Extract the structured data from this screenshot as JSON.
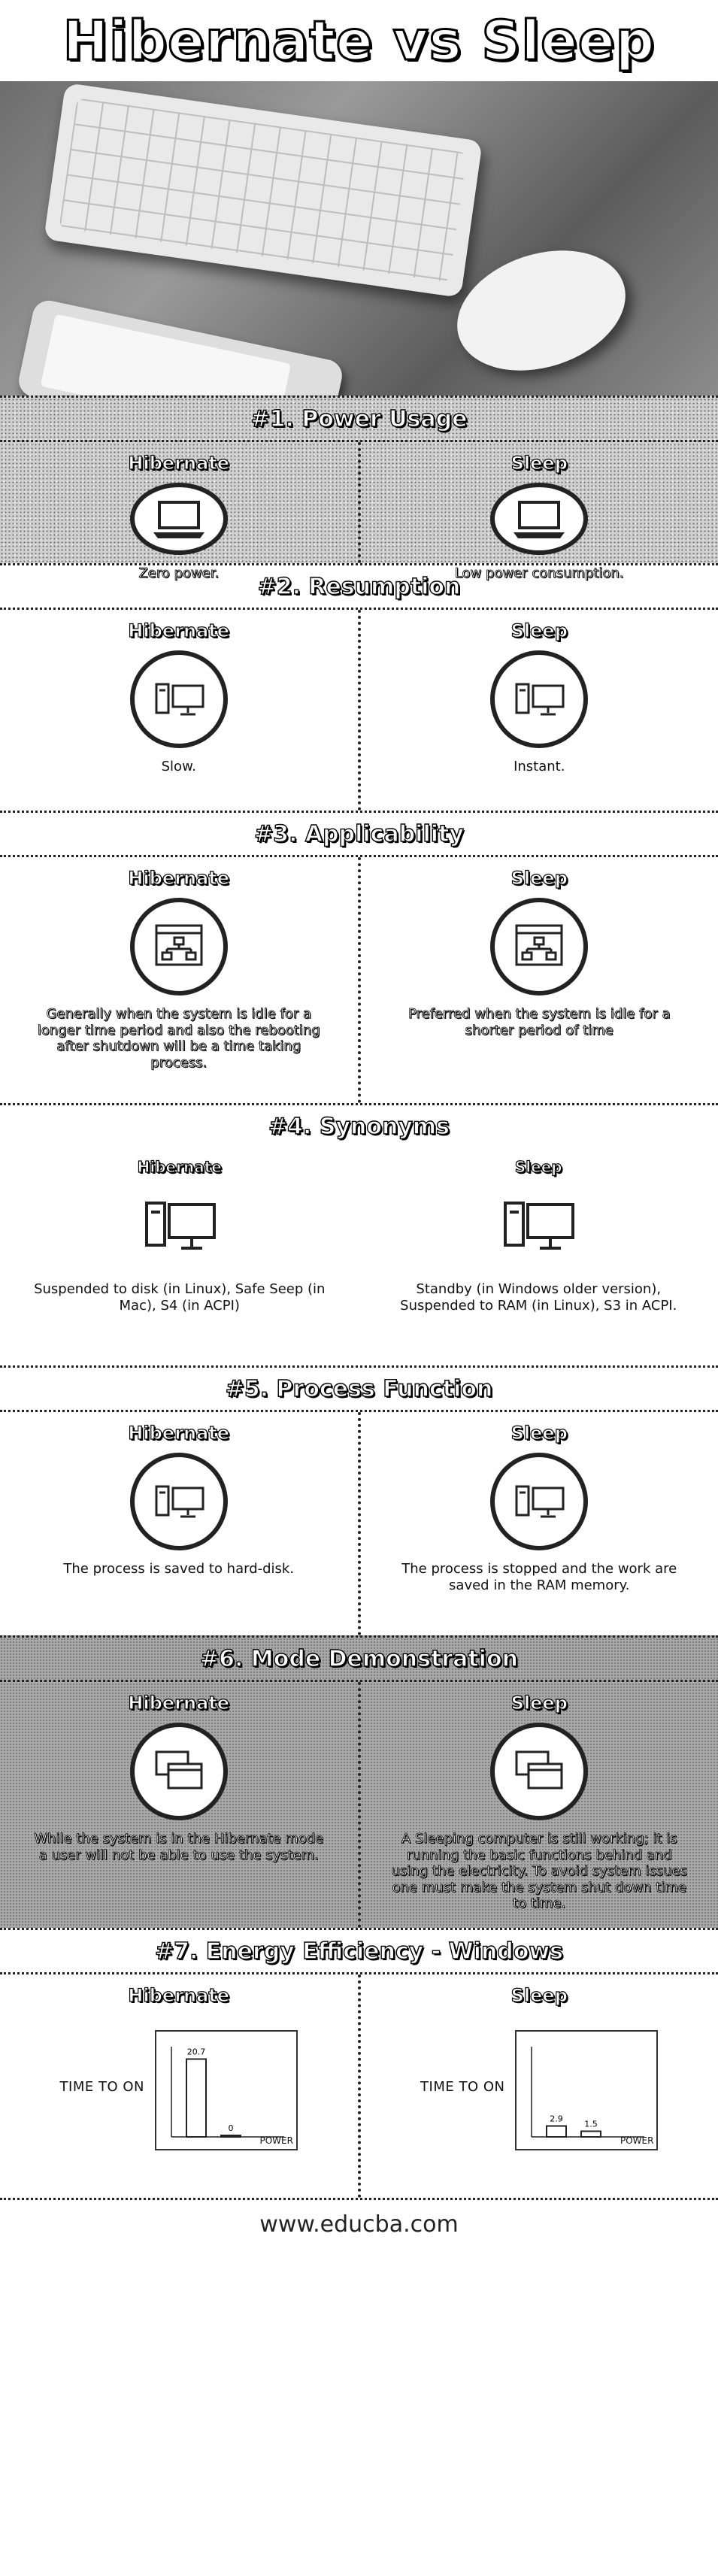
{
  "title": "Hibernate vs Sleep",
  "sections": [
    {
      "title": "#1. Power Usage",
      "left": {
        "heading": "Hibernate",
        "text": "Zero power.",
        "icon": "laptop-icon"
      },
      "right": {
        "heading": "Sleep",
        "text": "Low power consumption.",
        "icon": "laptop-icon"
      }
    },
    {
      "title": "#2. Resumption",
      "left": {
        "heading": "Hibernate",
        "text": "Slow.",
        "icon": "desktop-computer-icon"
      },
      "right": {
        "heading": "Sleep",
        "text": "Instant.",
        "icon": "desktop-computer-icon"
      }
    },
    {
      "title": "#3. Applicability",
      "left": {
        "heading": "Hibernate",
        "text": "Generally when the system is idle for a longer time period and also the rebooting after shutdown will be a time taking process.",
        "icon": "sitemap-window-icon"
      },
      "right": {
        "heading": "Sleep",
        "text": "Preferred when the system is idle for a shorter period of time",
        "icon": "sitemap-window-icon"
      }
    },
    {
      "title": "#4. Synonyms",
      "left": {
        "heading": "Hibernate",
        "text": "Suspended to disk (in Linux), Safe Seep (in Mac), S4 (in ACPI)",
        "icon": "desktop-computer-icon"
      },
      "right": {
        "heading": "Sleep",
        "text": "Standby (in Windows older version), Suspended to RAM (in Linux), S3 in ACPI.",
        "icon": "desktop-computer-icon"
      }
    },
    {
      "title": "#5. Process Function",
      "left": {
        "heading": "Hibernate",
        "text": "The process is saved to hard-disk.",
        "icon": "desktop-computer-icon"
      },
      "right": {
        "heading": "Sleep",
        "text": "The process is stopped and the work are saved in the RAM memory.",
        "icon": "desktop-computer-icon"
      }
    },
    {
      "title": "#6. Mode Demonstration",
      "left": {
        "heading": "Hibernate",
        "text": "While the system is in the Hibernate mode a user will not be able to use the system.",
        "icon": "multiple-windows-icon"
      },
      "right": {
        "heading": "Sleep",
        "text": "A Sleeping computer is still working; it is running the basic functions behind and using the electricity. To avoid system issues one must make the system shut down time to time.",
        "icon": "multiple-windows-icon"
      }
    },
    {
      "title": "#7. Energy Efficiency - Windows",
      "left": {
        "heading": "Hibernate",
        "ylabel": "TIME TO ON",
        "xlabel": "POWER"
      },
      "right": {
        "heading": "Sleep",
        "ylabel": "TIME TO ON",
        "xlabel": "POWER"
      }
    }
  ],
  "chart_data": [
    {
      "type": "bar",
      "values": [
        20.7,
        0
      ],
      "value_labels": [
        "20.7",
        "0"
      ],
      "xlabel": "POWER",
      "ylabel": "TIME TO ON"
    },
    {
      "type": "bar",
      "values": [
        2.9,
        1.5
      ],
      "value_labels": [
        "2.9",
        "1.5"
      ],
      "xlabel": "POWER",
      "ylabel": "TIME TO ON"
    }
  ],
  "footer": {
    "url": "www.educba.com"
  }
}
